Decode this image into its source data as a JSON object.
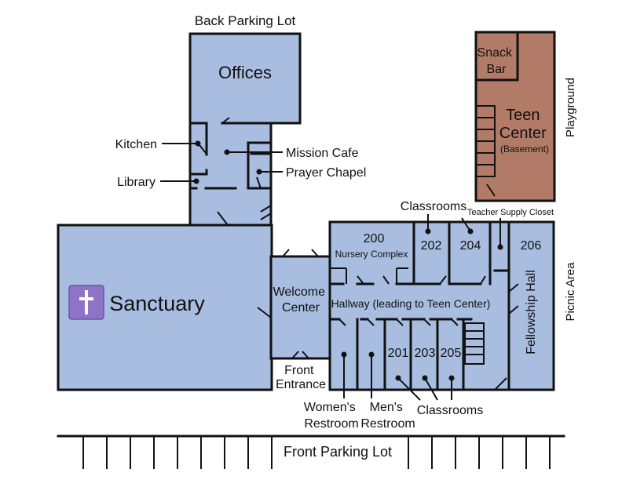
{
  "colors": {
    "room": "#a8bde0",
    "teen_center": "#b27b68",
    "cross_badge": "#8e73c6"
  },
  "icons": {
    "sanctuary_symbol": "cross-icon"
  },
  "labels": {
    "back_parking": "Back Parking Lot",
    "offices": "Offices",
    "kitchen": "Kitchen",
    "library": "Library",
    "mission_cafe": "Mission Cafe",
    "prayer_chapel": "Prayer Chapel",
    "snack_bar_1": "Snack",
    "snack_bar_2": "Bar",
    "teen_1": "Teen",
    "teen_2": "Center",
    "teen_3": "(Basement)",
    "playground": "Playground",
    "classrooms_top": "Classrooms",
    "teacher_supply": "Teacher Supply Closet",
    "room_200": "200",
    "nursery": "Nursery Complex",
    "room_202": "202",
    "room_204": "204",
    "room_206": "206",
    "sanctuary": "Sanctuary",
    "welcome_1": "Welcome",
    "welcome_2": "Center",
    "hallway": "Hallway (leading to Teen Center)",
    "fellowship": "Fellowship Hall",
    "picnic": "Picnic Area",
    "room_201": "201",
    "room_203": "203",
    "room_205": "205",
    "front_entrance_1": "Front",
    "front_entrance_2": "Entrance",
    "womens_1": "Women's",
    "womens_2": "Restroom",
    "mens_1": "Men's",
    "mens_2": "Restroom",
    "classrooms_bottom": "Classrooms",
    "front_parking": "Front Parking Lot"
  }
}
